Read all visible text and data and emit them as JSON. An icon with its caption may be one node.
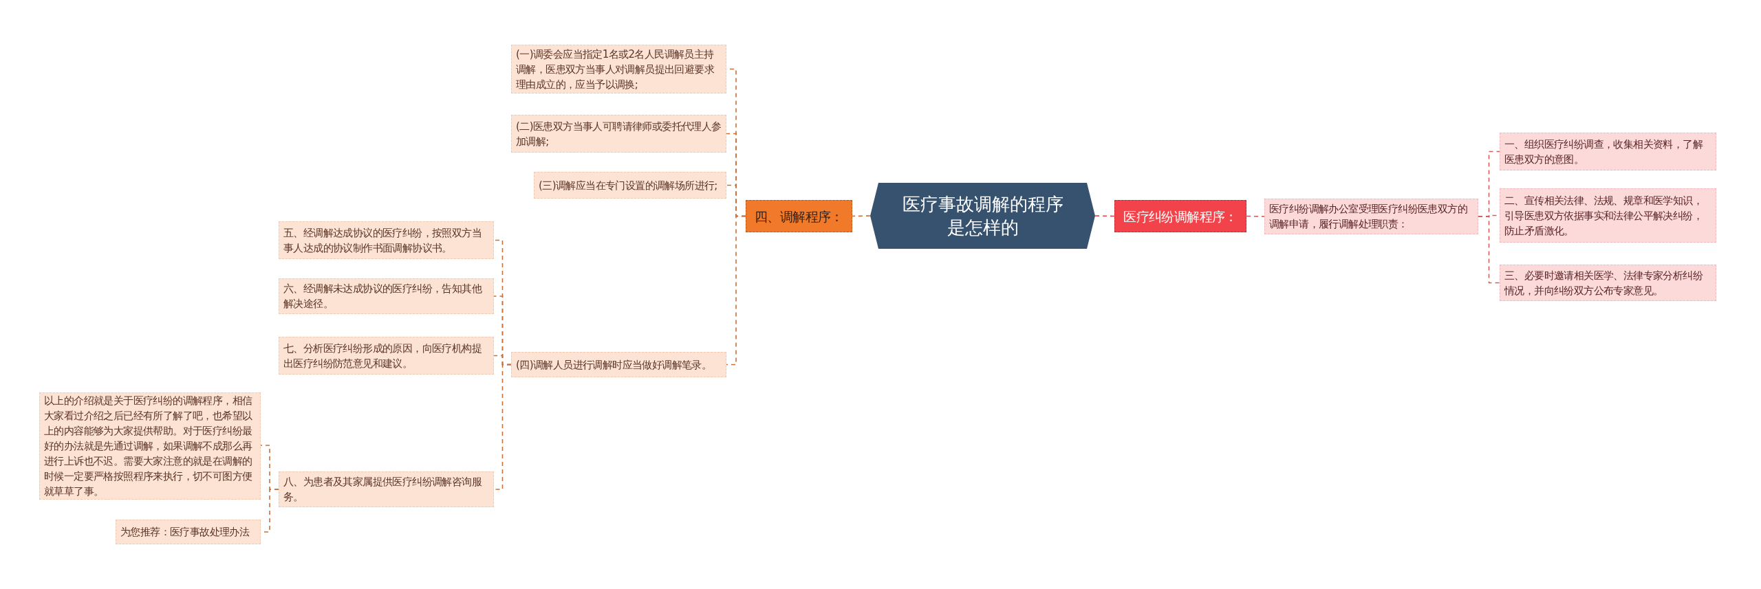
{
  "diagram": {
    "nodes": [
      {
        "text": [
          "医疗事故调解的程序是怎样的"
        ]
      },
      {
        "text": [
          "四、调解程序："
        ]
      },
      {
        "text": [
          "(一)调委会应当指定1名或2名人民调解员主持调解，医患双方当事人对调解员提出回避要求理由成立的，应当予以调换;"
        ]
      },
      {
        "text": [
          "(二)医患双方当事人可聘请律师或委托代理人参加调解;"
        ]
      },
      {
        "text": [
          "(三)调解应当在专门设置的调解场所进行;"
        ]
      },
      {
        "text": [
          "(四)调解人员进行调解时应当做好调解笔录。"
        ]
      },
      {
        "text": [
          "五、经调解达成协议的医疗纠纷，按照双方当事人达成的协议制作书面调解协议书。"
        ]
      },
      {
        "text": [
          "六、经调解未达成协议的医疗纠纷，告知其他解决途径。"
        ]
      },
      {
        "text": [
          "七、分析医疗纠纷形成的原因，向医疗机构提出医疗纠纷防范意见和建议。"
        ]
      },
      {
        "text": [
          "八、为患者及其家属提供医疗纠纷调解咨询服务。"
        ]
      },
      {
        "text": [
          "以上的介绍就是关于医疗纠纷的调解程序，相信大家看过介绍之后已经有所了解了吧，也希望以上的内容能够为大家提供帮助。对于医疗纠纷最好的办法就是先通过调解，如果调解不成那么再进行上诉也不迟。需要大家注意的就是在调解的时候一定要严格按照程序来执行，切不可图方便就草草了事。"
        ]
      },
      {
        "text": [
          "为您推荐：医疗事故处理办法"
        ]
      },
      {
        "text": [
          "医疗纠纷调解程序："
        ]
      },
      {
        "text": [
          "医疗纠纷调解办公室受理医疗纠纷医患双方的调解申请，履行调解处理职责："
        ]
      },
      {
        "text": [
          "一、组织医疗纠纷调查，收集相关资料，了解医患双方的意图。"
        ]
      },
      {
        "text": [
          "二、宣传相关法律、法规、规章和医学知识，引导医患双方依据事实和法律公平解决纠纷，防止矛盾激化。"
        ]
      },
      {
        "text": [
          "三、必要时邀请相关医学、法律专家分析纠纷情况，并向纠纷双方公布专家意见。"
        ]
      }
    ],
    "edges": [
      {
        "from": 0,
        "to": 1,
        "arrow": "none"
      },
      {
        "from": 1,
        "to": 2,
        "arrow": "none"
      },
      {
        "from": 1,
        "to": 3,
        "arrow": "none"
      },
      {
        "from": 1,
        "to": 4,
        "arrow": "none"
      },
      {
        "from": 1,
        "to": 5,
        "arrow": "none"
      },
      {
        "from": 5,
        "to": 6,
        "arrow": "none"
      },
      {
        "from": 5,
        "to": 7,
        "arrow": "none"
      },
      {
        "from": 5,
        "to": 8,
        "arrow": "none"
      },
      {
        "from": 5,
        "to": 9,
        "arrow": "none"
      },
      {
        "from": 9,
        "to": 10,
        "arrow": "none"
      },
      {
        "from": 9,
        "to": 11,
        "arrow": "none"
      },
      {
        "from": 0,
        "to": 12,
        "arrow": "none",
        "color": "#e0474c"
      },
      {
        "from": 12,
        "to": 13,
        "arrow": "none",
        "color": "#d06060"
      },
      {
        "from": 13,
        "to": 14,
        "arrow": "none",
        "color": "#d06060"
      },
      {
        "from": 13,
        "to": 15,
        "arrow": "none",
        "color": "#d06060"
      },
      {
        "from": 13,
        "to": 16,
        "arrow": "none",
        "color": "#d06060"
      }
    ]
  }
}
